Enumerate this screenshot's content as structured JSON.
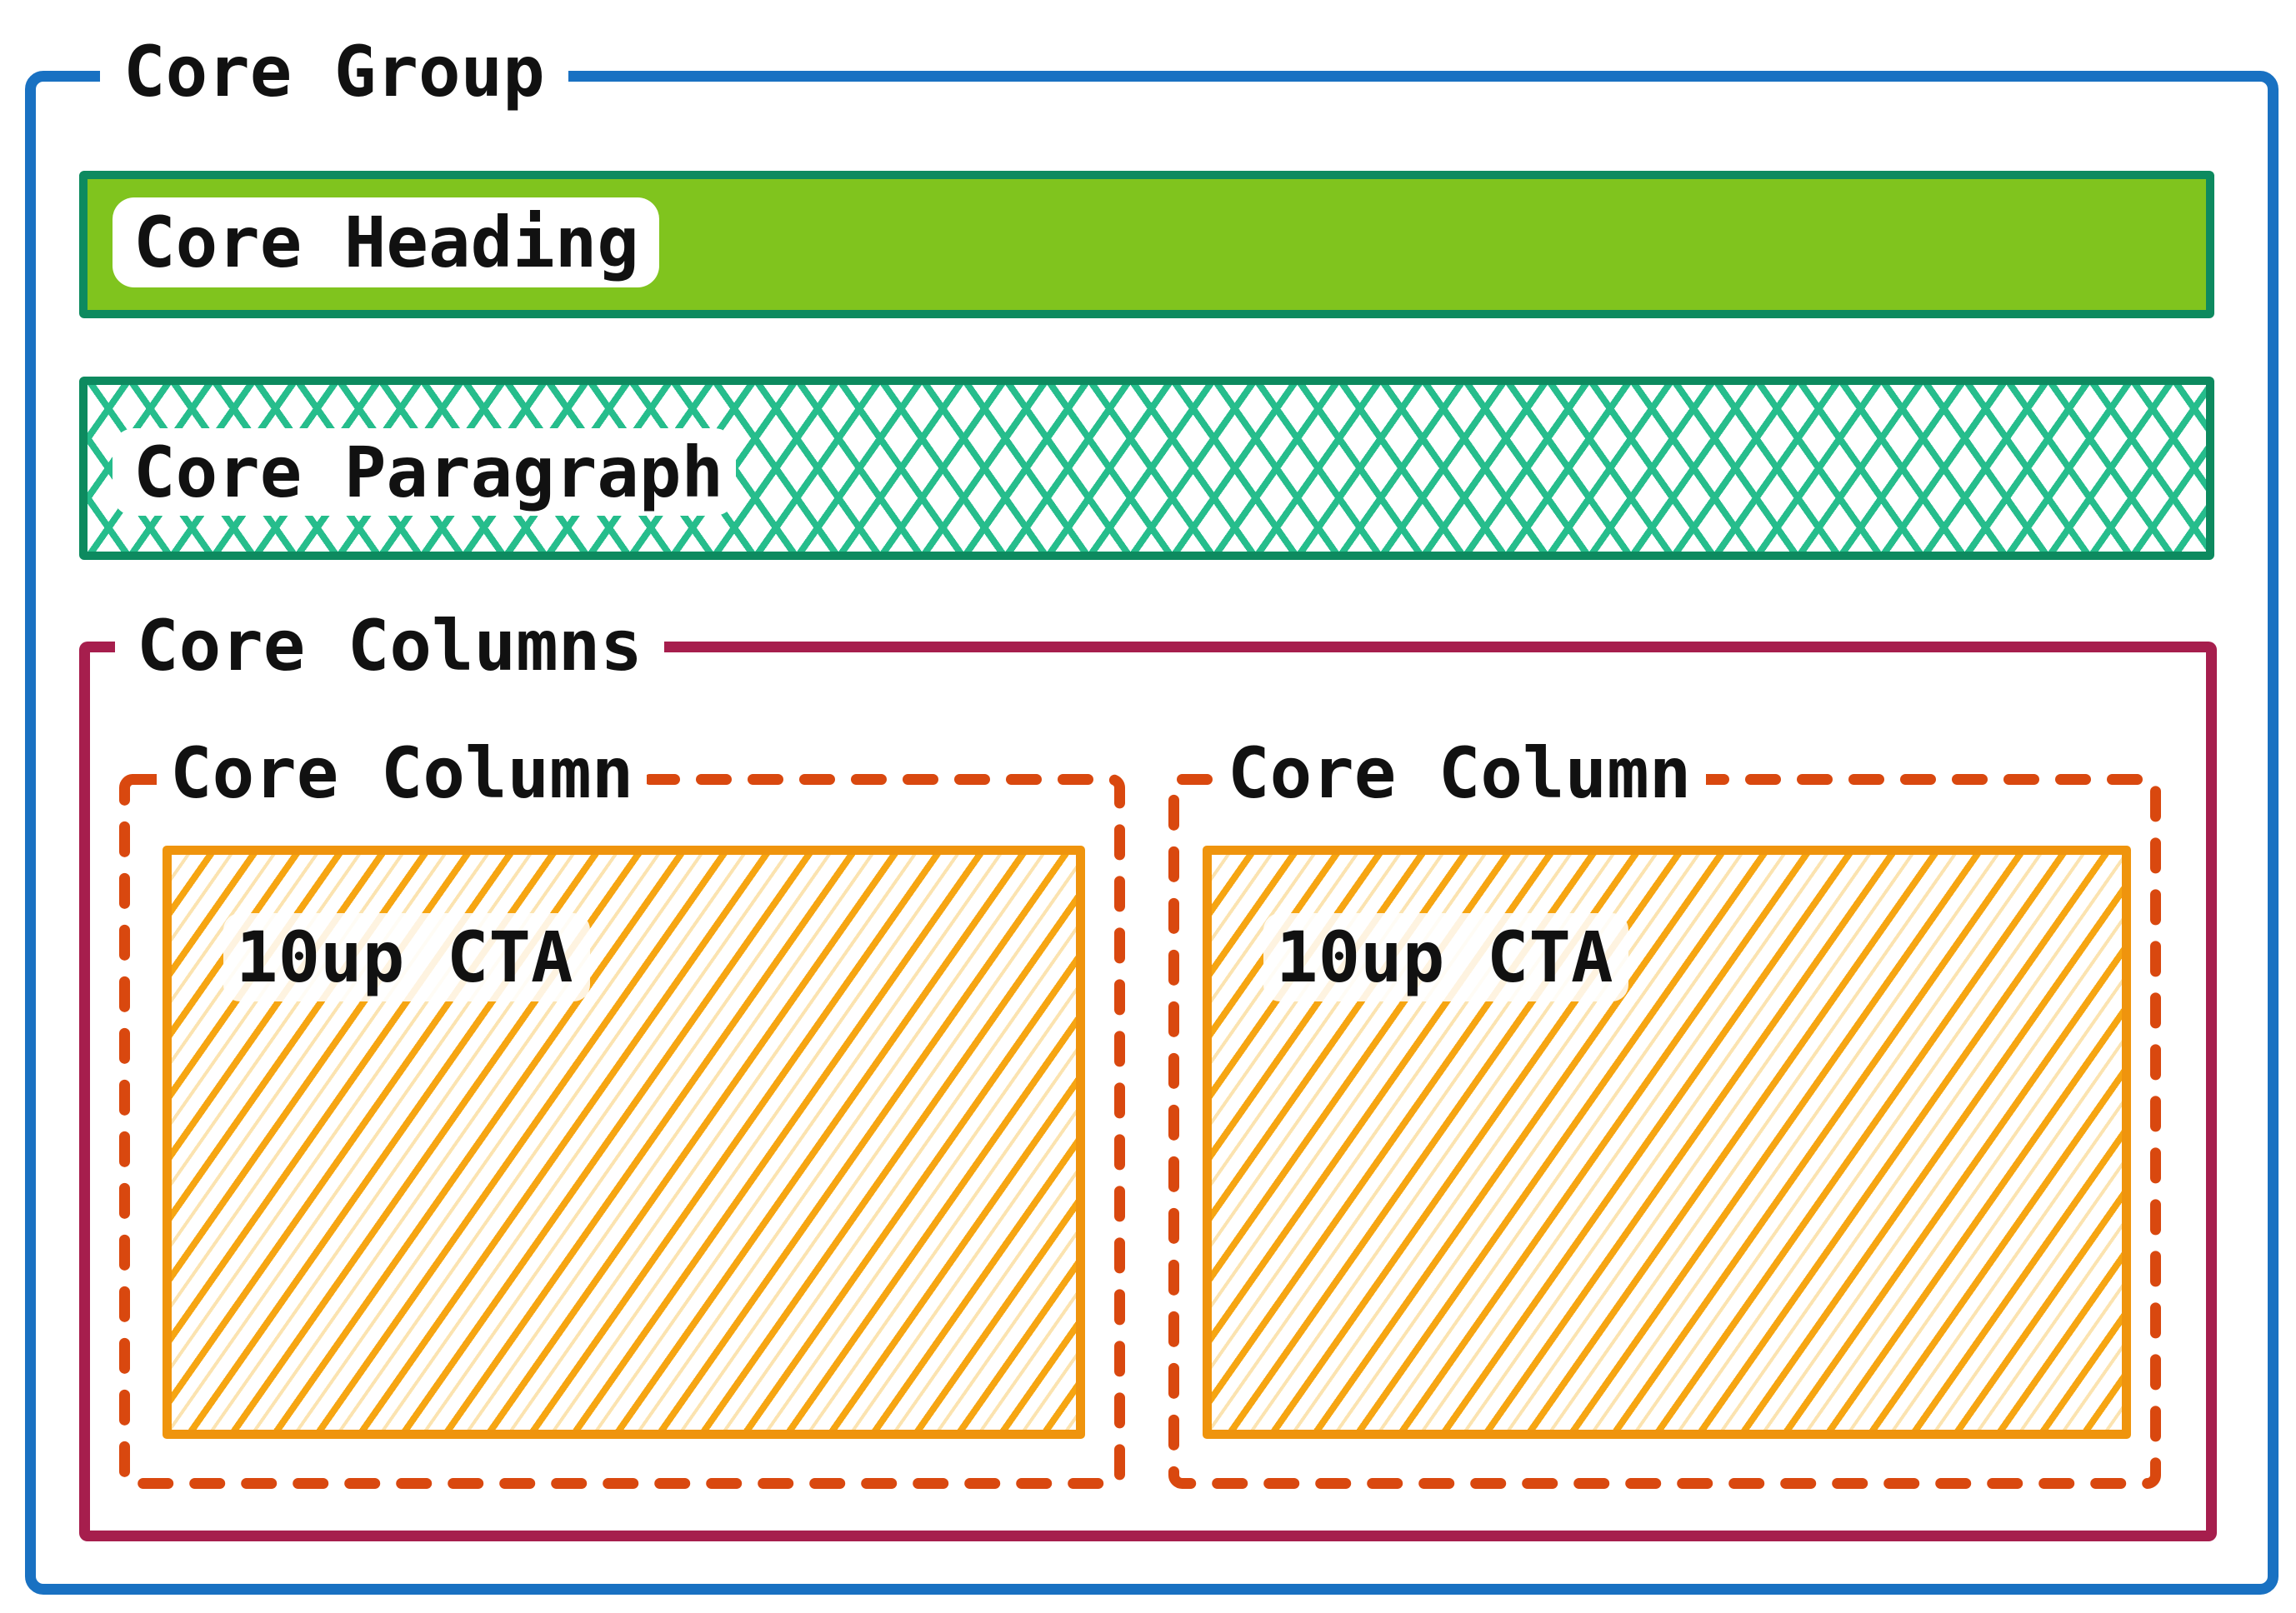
{
  "group": {
    "label": "Core Group"
  },
  "heading": {
    "label": "Core Heading"
  },
  "paragraph": {
    "label": "Core Paragraph"
  },
  "columns": {
    "label": "Core Columns",
    "items": [
      {
        "label": "Core Column",
        "cta": {
          "label": "10up CTA"
        }
      },
      {
        "label": "Core Column",
        "cta": {
          "label": "10up CTA"
        }
      }
    ]
  },
  "colors": {
    "blue": "#1971c2",
    "green_fill": "#80c41e",
    "teal_stroke": "#0d8a5f",
    "teal_hatch": "#26bd8c",
    "maroon": "#a61e4d",
    "dash_orange": "#d9480f",
    "cta_stroke": "#ef940d",
    "cta_hatch": "#f6a512",
    "cta_hatch_faint": "#fbe3b0",
    "text": "#111111",
    "bg": "#ffffff"
  }
}
